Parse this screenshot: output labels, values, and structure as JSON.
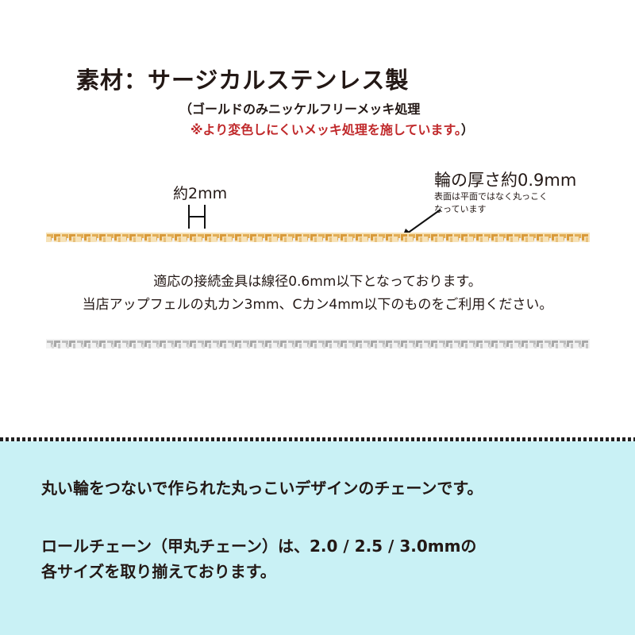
{
  "header": {
    "title": "素材：サージカルステンレス製",
    "subtitle_line1": "（ゴールドのみニッケルフリーメッキ処理",
    "subtitle_line2_red": "※より変色しにくいメッキ処理を施しています。",
    "subtitle_line2_close": "）",
    "accent_red": "#c0292b"
  },
  "diagram": {
    "link_size_label": "約2mm",
    "thickness_label": "輪の厚さ約0.9mm",
    "thickness_note_line1": "表面は平面ではなく丸っこく",
    "thickness_note_line2": "なっています",
    "arrow_icon": "arrow-down-left",
    "gold_chain_color": "#e8b866",
    "silver_chain_color": "#c8c8c8"
  },
  "compatibility": {
    "line1": "適応の接続金具は線径0.6mm以下となっております。",
    "line2": "当店アップフェルの丸カン3mm、Cカン4mm以下のものをご利用ください。"
  },
  "description": {
    "background": "#c9f1f5",
    "line1": "丸い輪をつないで作られた丸っこいデザインのチェーンです。",
    "line2": "ロールチェーン（甲丸チェーン）は、2.0 / 2.5 / 3.0mmの",
    "line3": "各サイズを取り揃えております。"
  }
}
